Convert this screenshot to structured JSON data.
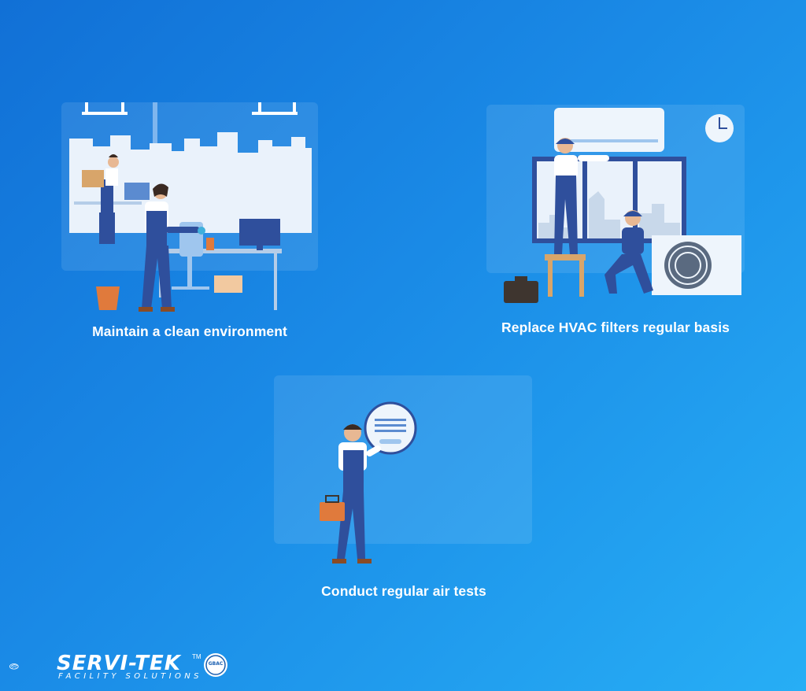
{
  "items": [
    {
      "caption": "Maintain a clean environment",
      "icon": "cleaning-illustration"
    },
    {
      "caption": "Replace HVAC filters regular basis",
      "icon": "hvac-repair-illustration"
    },
    {
      "caption": "Conduct regular air tests",
      "icon": "air-test-illustration"
    }
  ],
  "logo": {
    "brand": "SERVI-TEK",
    "trademark": "TM",
    "tagline": "FACILITY SOLUTIONS",
    "badge": "GBAC"
  },
  "colors": {
    "background_start": "#1170d6",
    "background_end": "#27aef5",
    "worker_uniform": "#2f4f9c",
    "accent_orange": "#e07a3c"
  }
}
